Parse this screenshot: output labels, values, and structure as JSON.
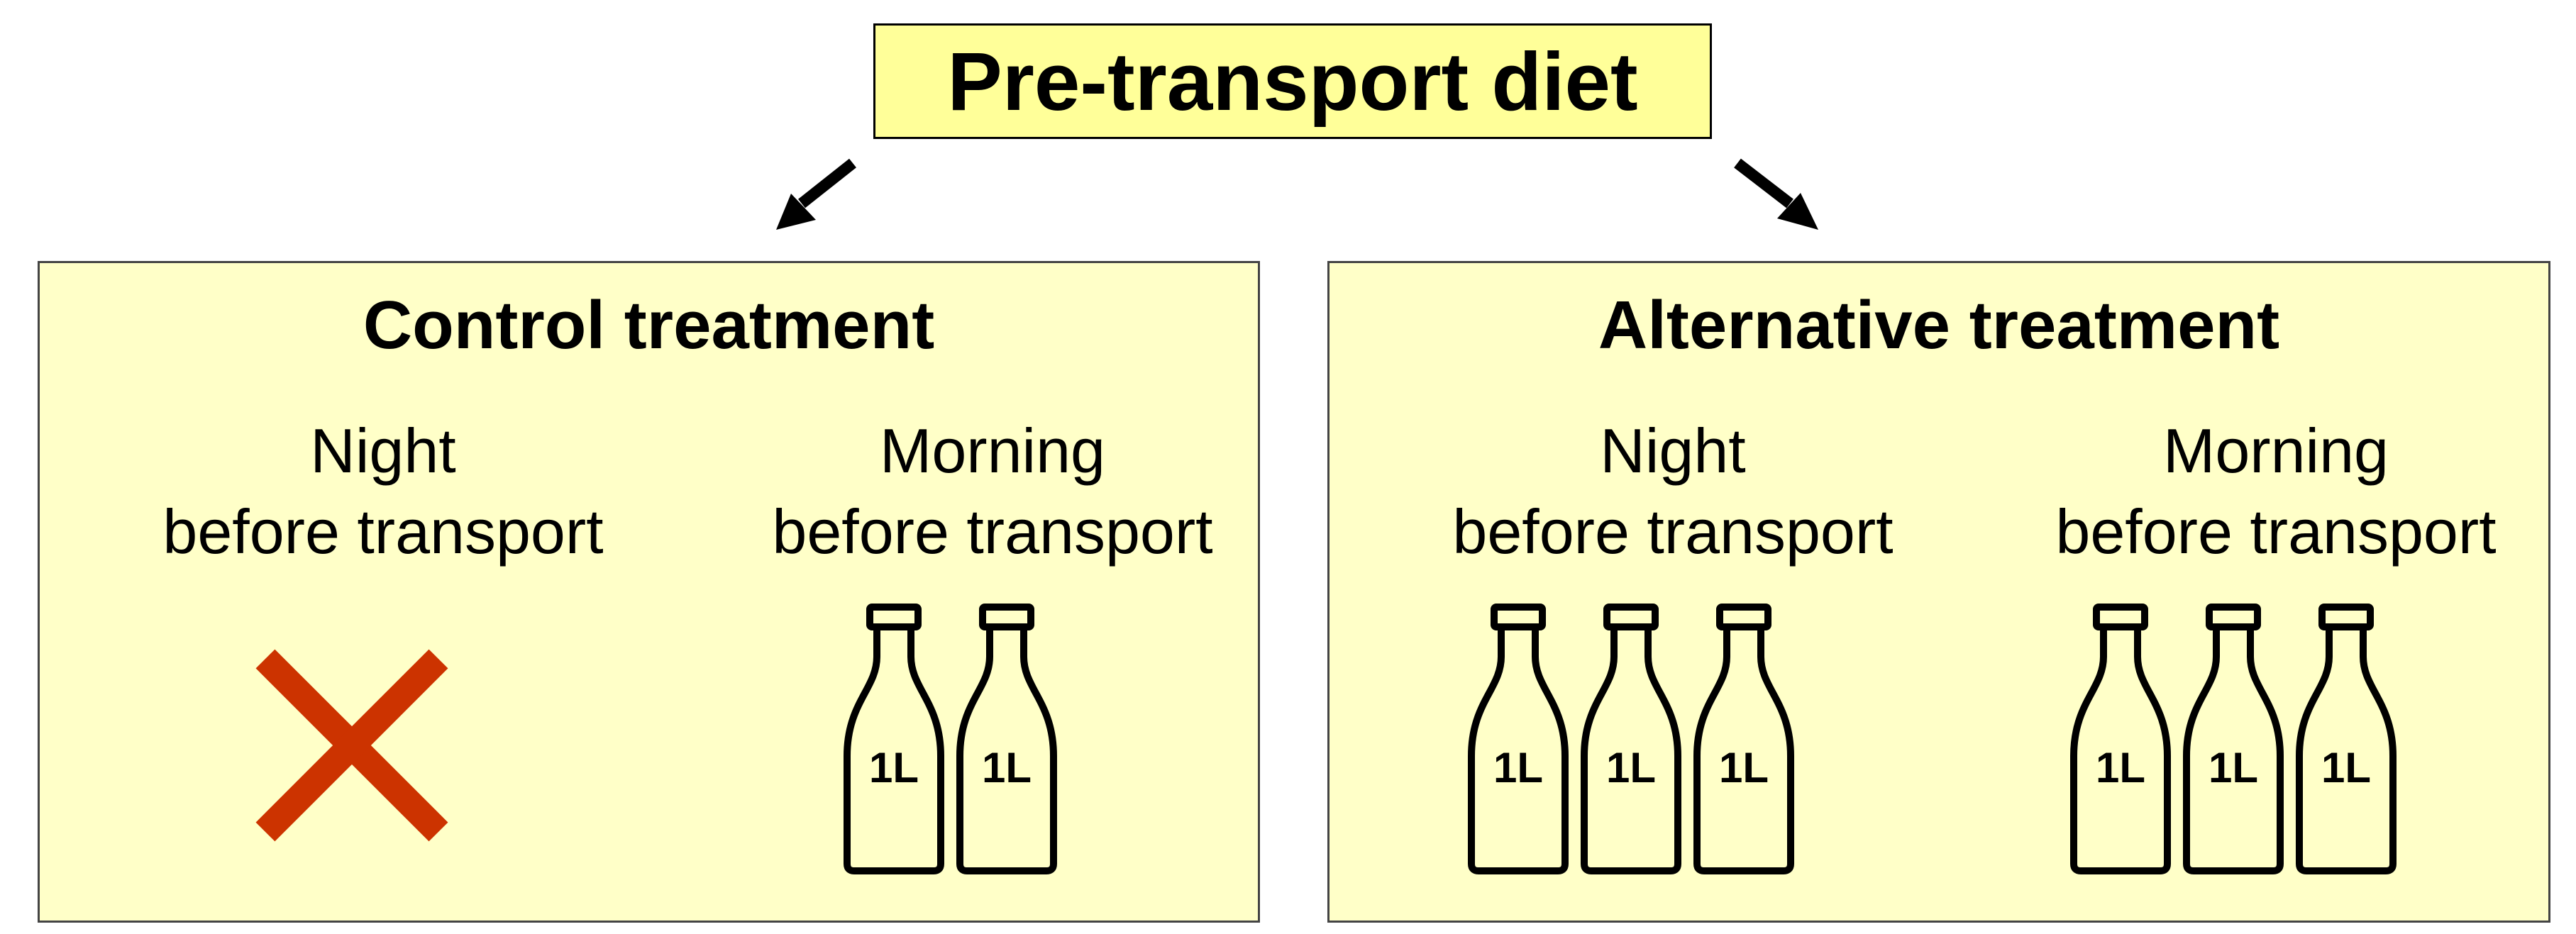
{
  "title": "Pre-transport diet",
  "colors": {
    "title_fill": "#ffff99",
    "panel_fill": "#ffffc8",
    "none_mark": "#cc3300",
    "outline": "#000000"
  },
  "treatments": [
    {
      "name": "Control treatment",
      "columns": [
        {
          "line1": "Night",
          "line2": "before transport",
          "bottles": 0,
          "none_mark": "cross-icon"
        },
        {
          "line1": "Morning",
          "line2": "before transport",
          "bottles": 2,
          "bottle_label": "1L"
        }
      ]
    },
    {
      "name": "Alternative treatment",
      "columns": [
        {
          "line1": "Night",
          "line2": "before transport",
          "bottles": 3,
          "bottle_label": "1L"
        },
        {
          "line1": "Morning",
          "line2": "before transport",
          "bottles": 3,
          "bottle_label": "1L"
        }
      ]
    }
  ]
}
